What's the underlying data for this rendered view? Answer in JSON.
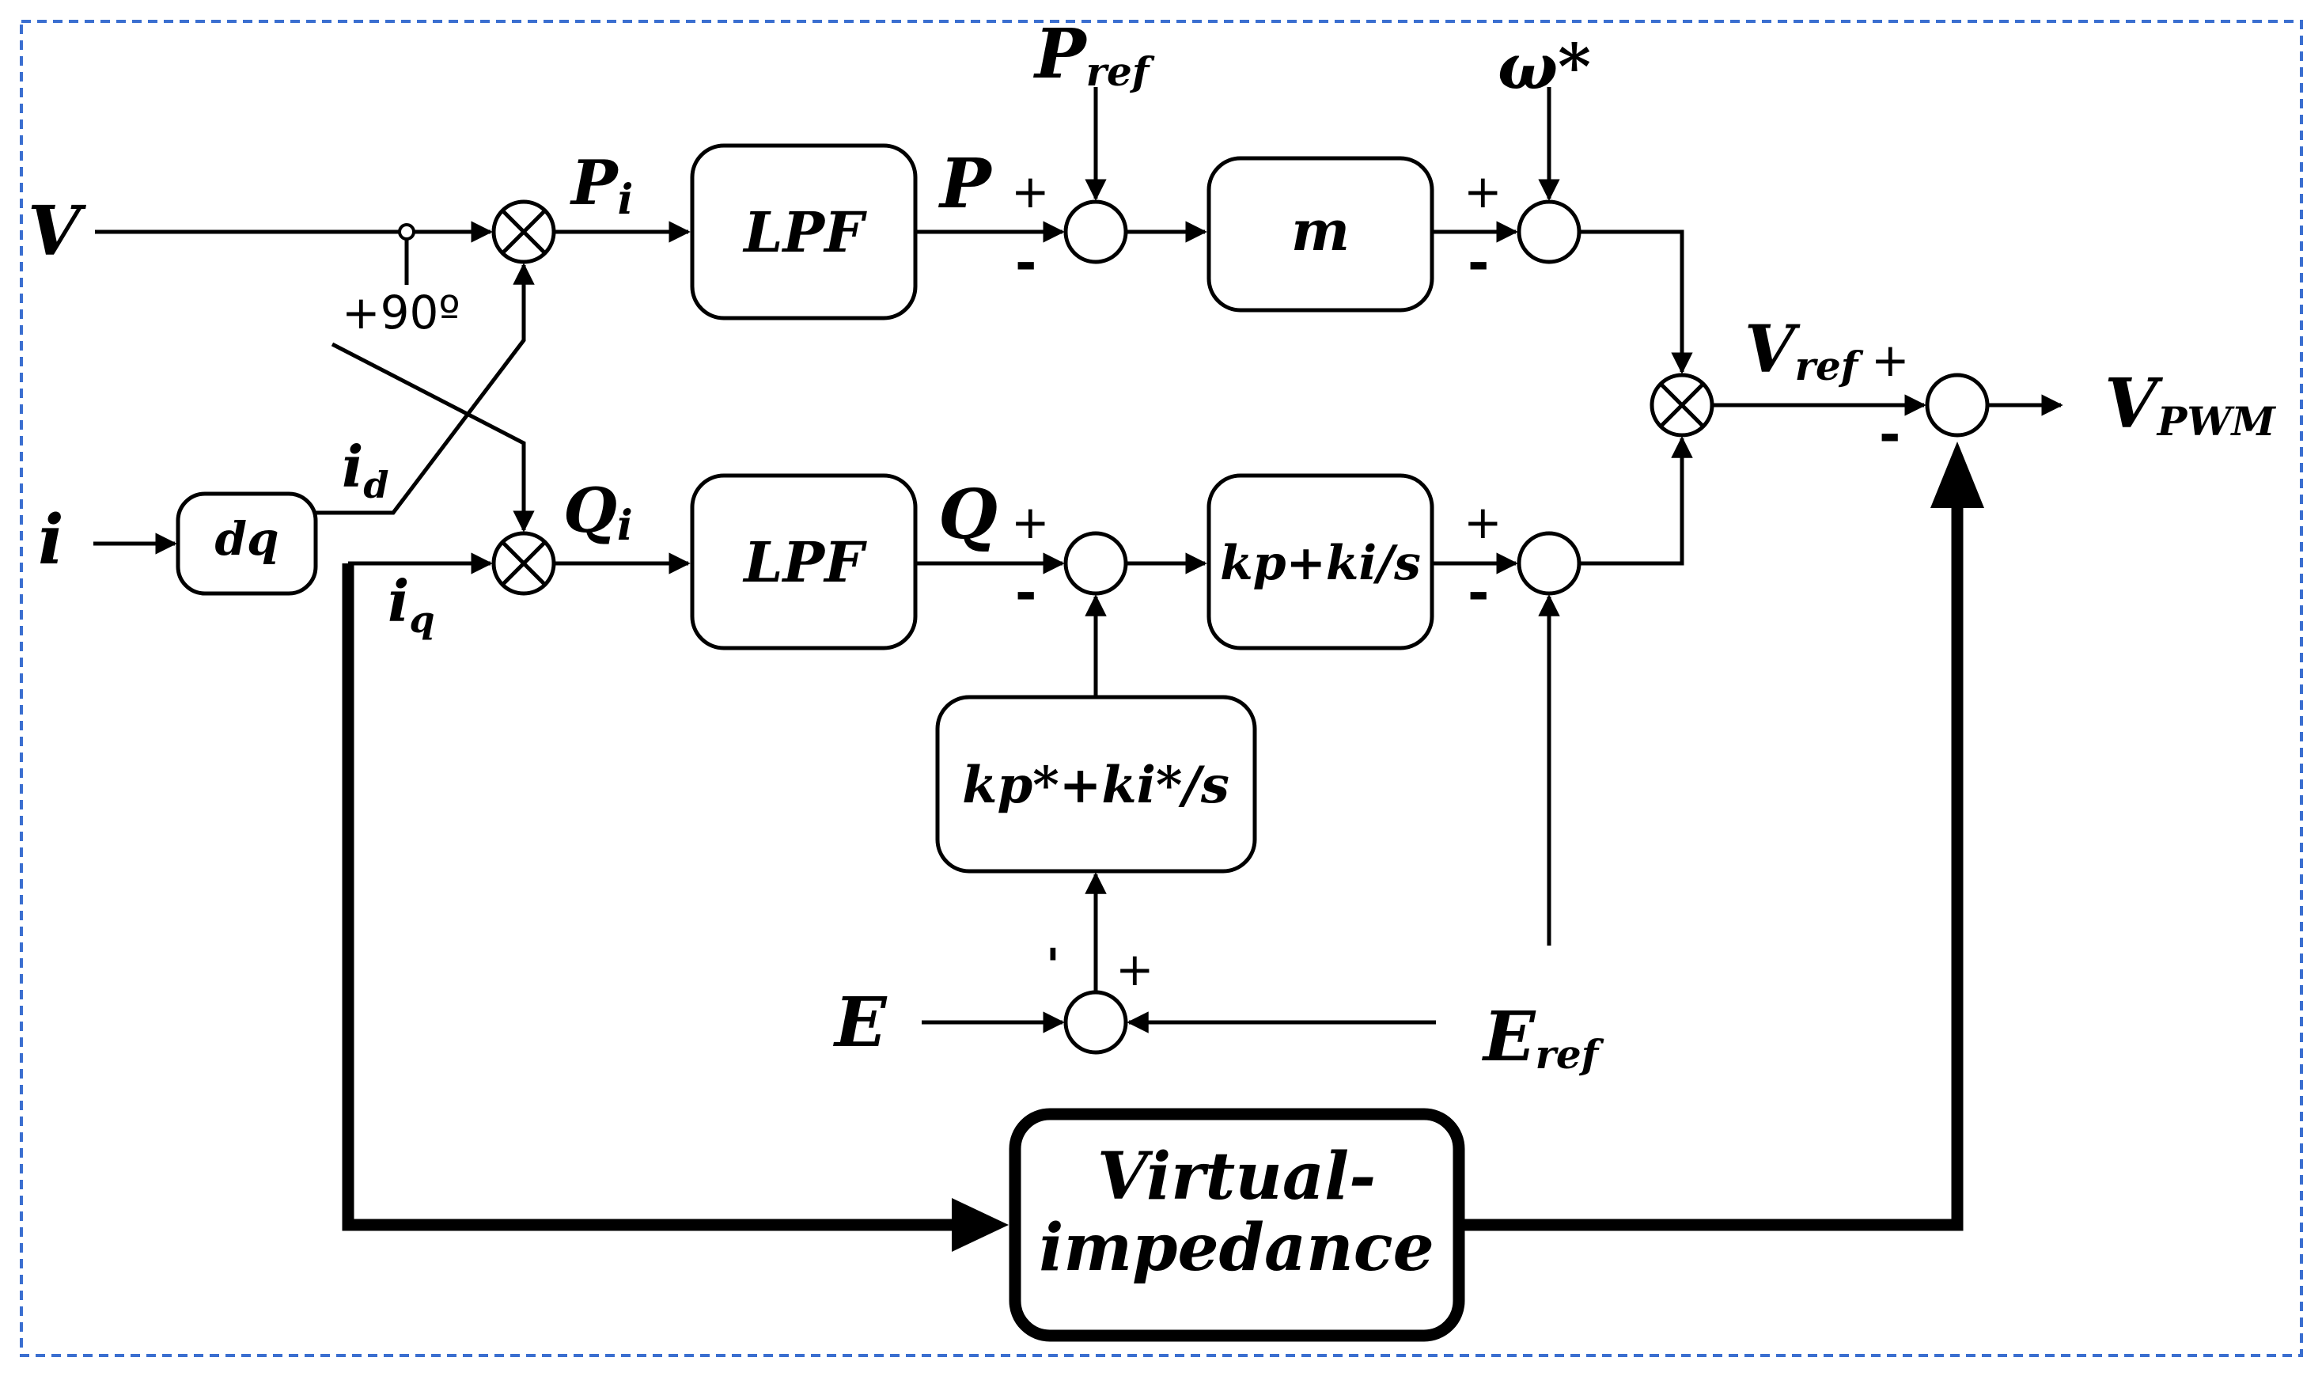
{
  "inputs": {
    "v": "V",
    "i": "i",
    "p_ref_main": "P",
    "p_ref_sub": "ref",
    "omega_star": "ω*",
    "e": "E",
    "e_ref_main": "E",
    "e_ref_sub": "ref"
  },
  "signals": {
    "p_i_main": "P",
    "p_i_sub": "i",
    "q_i_main": "Q",
    "q_i_sub": "i",
    "i_d_main": "i",
    "i_d_sub": "d",
    "i_q_main": "i",
    "i_q_sub": "q",
    "p": "P",
    "q": "Q",
    "v_ref_main": "V",
    "v_ref_sub": "ref",
    "phase_shift": "+90º"
  },
  "outputs": {
    "v_pwm_main": "V",
    "v_pwm_sub": "PWM"
  },
  "blocks": {
    "dq": "dq",
    "lpf_top": "LPF",
    "lpf_bottom": "LPF",
    "m": "m",
    "pi_q": "kp+ki/s",
    "pi_e": "kp*+ki*/s",
    "virtual_line1": "Virtual-",
    "virtual_line2": "impedance"
  },
  "signs": {
    "plus": "+",
    "minus": "-",
    "tick": "'"
  }
}
